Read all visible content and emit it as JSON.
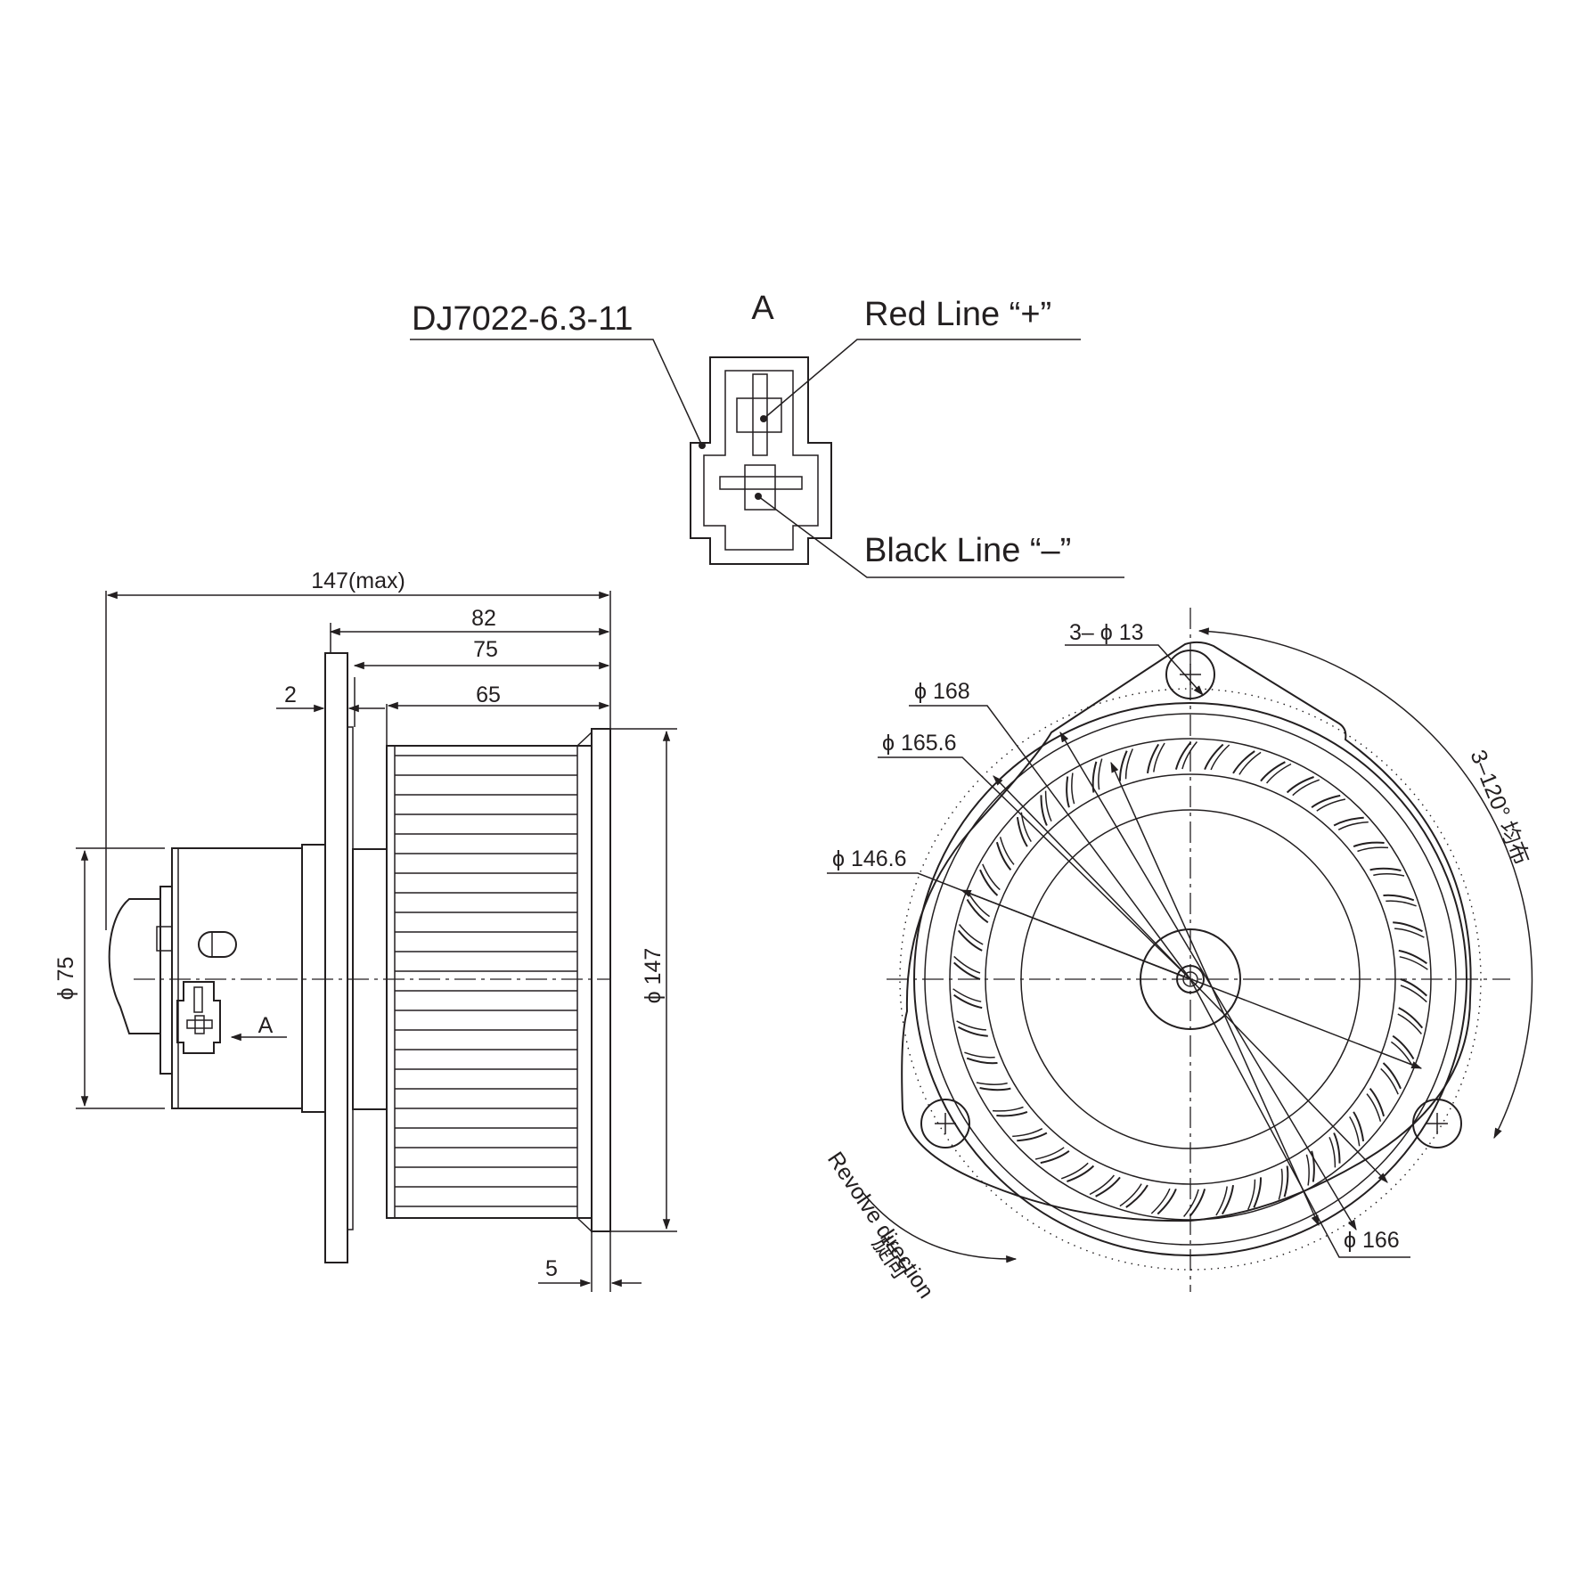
{
  "connector_view": {
    "view_label": "A",
    "part_number": "DJ7022-6.3-11",
    "positive_label": "Red Line “+”",
    "negative_label": "Black Line “–”"
  },
  "side_view": {
    "dim_overall": "147(max)",
    "dim_82": "82",
    "dim_75": "75",
    "dim_65": "65",
    "dim_2": "2",
    "dim_5": "5",
    "dim_motor_dia": "ϕ 75",
    "dim_wheel_dia": "ϕ 147",
    "view_arrow_label": "A"
  },
  "front_view": {
    "holes": "3– ϕ 13",
    "d168": "ϕ 168",
    "d165_6": "ϕ 165.6",
    "d146_6": "ϕ 146.6",
    "d166": "ϕ 166",
    "angle_label": "3–120° 均布",
    "revolve_en": "Revolve direction",
    "revolve_cn": "旋向"
  }
}
